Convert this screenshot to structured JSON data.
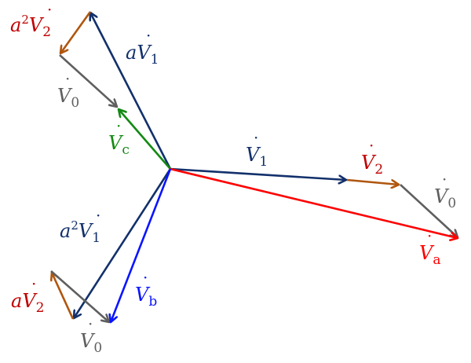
{
  "diagram": {
    "title": "Symmetrical components phasor diagram",
    "colors": {
      "positive": "#12306b",
      "negative": "#b0560e",
      "zero": "#5f5f5f",
      "phase_a": "#ff0000",
      "phase_b": "#0a14ff",
      "phase_c": "#138a13",
      "label_red": "#c00000"
    },
    "vectors": [
      {
        "id": "aV1",
        "kind": "positive",
        "label_prefix": "a",
        "label_sup": "",
        "label_main": "V",
        "label_sub": "1",
        "color_key": "positive"
      },
      {
        "id": "a2V2",
        "kind": "negative",
        "label_prefix": "a",
        "label_sup": "2",
        "label_main": "V",
        "label_sub": "2",
        "color_key": "negative"
      },
      {
        "id": "V0_c",
        "kind": "zero",
        "label_prefix": "",
        "label_sup": "",
        "label_main": "V",
        "label_sub": "0",
        "color_key": "zero"
      },
      {
        "id": "Vc",
        "kind": "phase",
        "label_prefix": "",
        "label_sup": "",
        "label_main": "V",
        "label_sub": "c",
        "color_key": "phase_c"
      },
      {
        "id": "V1",
        "kind": "positive",
        "label_prefix": "",
        "label_sup": "",
        "label_main": "V",
        "label_sub": "1",
        "color_key": "positive"
      },
      {
        "id": "V2",
        "kind": "negative",
        "label_prefix": "",
        "label_sup": "",
        "label_main": "V",
        "label_sub": "2",
        "color_key": "negative"
      },
      {
        "id": "V0_a",
        "kind": "zero",
        "label_prefix": "",
        "label_sup": "",
        "label_main": "V",
        "label_sub": "0",
        "color_key": "zero"
      },
      {
        "id": "Va",
        "kind": "phase",
        "label_prefix": "",
        "label_sup": "",
        "label_main": "V",
        "label_sub": "a",
        "color_key": "phase_a"
      },
      {
        "id": "a2V1",
        "kind": "positive",
        "label_prefix": "a",
        "label_sup": "2",
        "label_main": "V",
        "label_sub": "1",
        "color_key": "positive"
      },
      {
        "id": "aV2",
        "kind": "negative",
        "label_prefix": "a",
        "label_sup": "",
        "label_main": "V",
        "label_sub": "2",
        "color_key": "negative"
      },
      {
        "id": "V0_b",
        "kind": "zero",
        "label_prefix": "",
        "label_sup": "",
        "label_main": "V",
        "label_sub": "0",
        "color_key": "zero"
      },
      {
        "id": "Vb",
        "kind": "phase",
        "label_prefix": "",
        "label_sup": "",
        "label_main": "V",
        "label_sub": "b",
        "color_key": "phase_b"
      }
    ],
    "dot_glyph": "·"
  }
}
